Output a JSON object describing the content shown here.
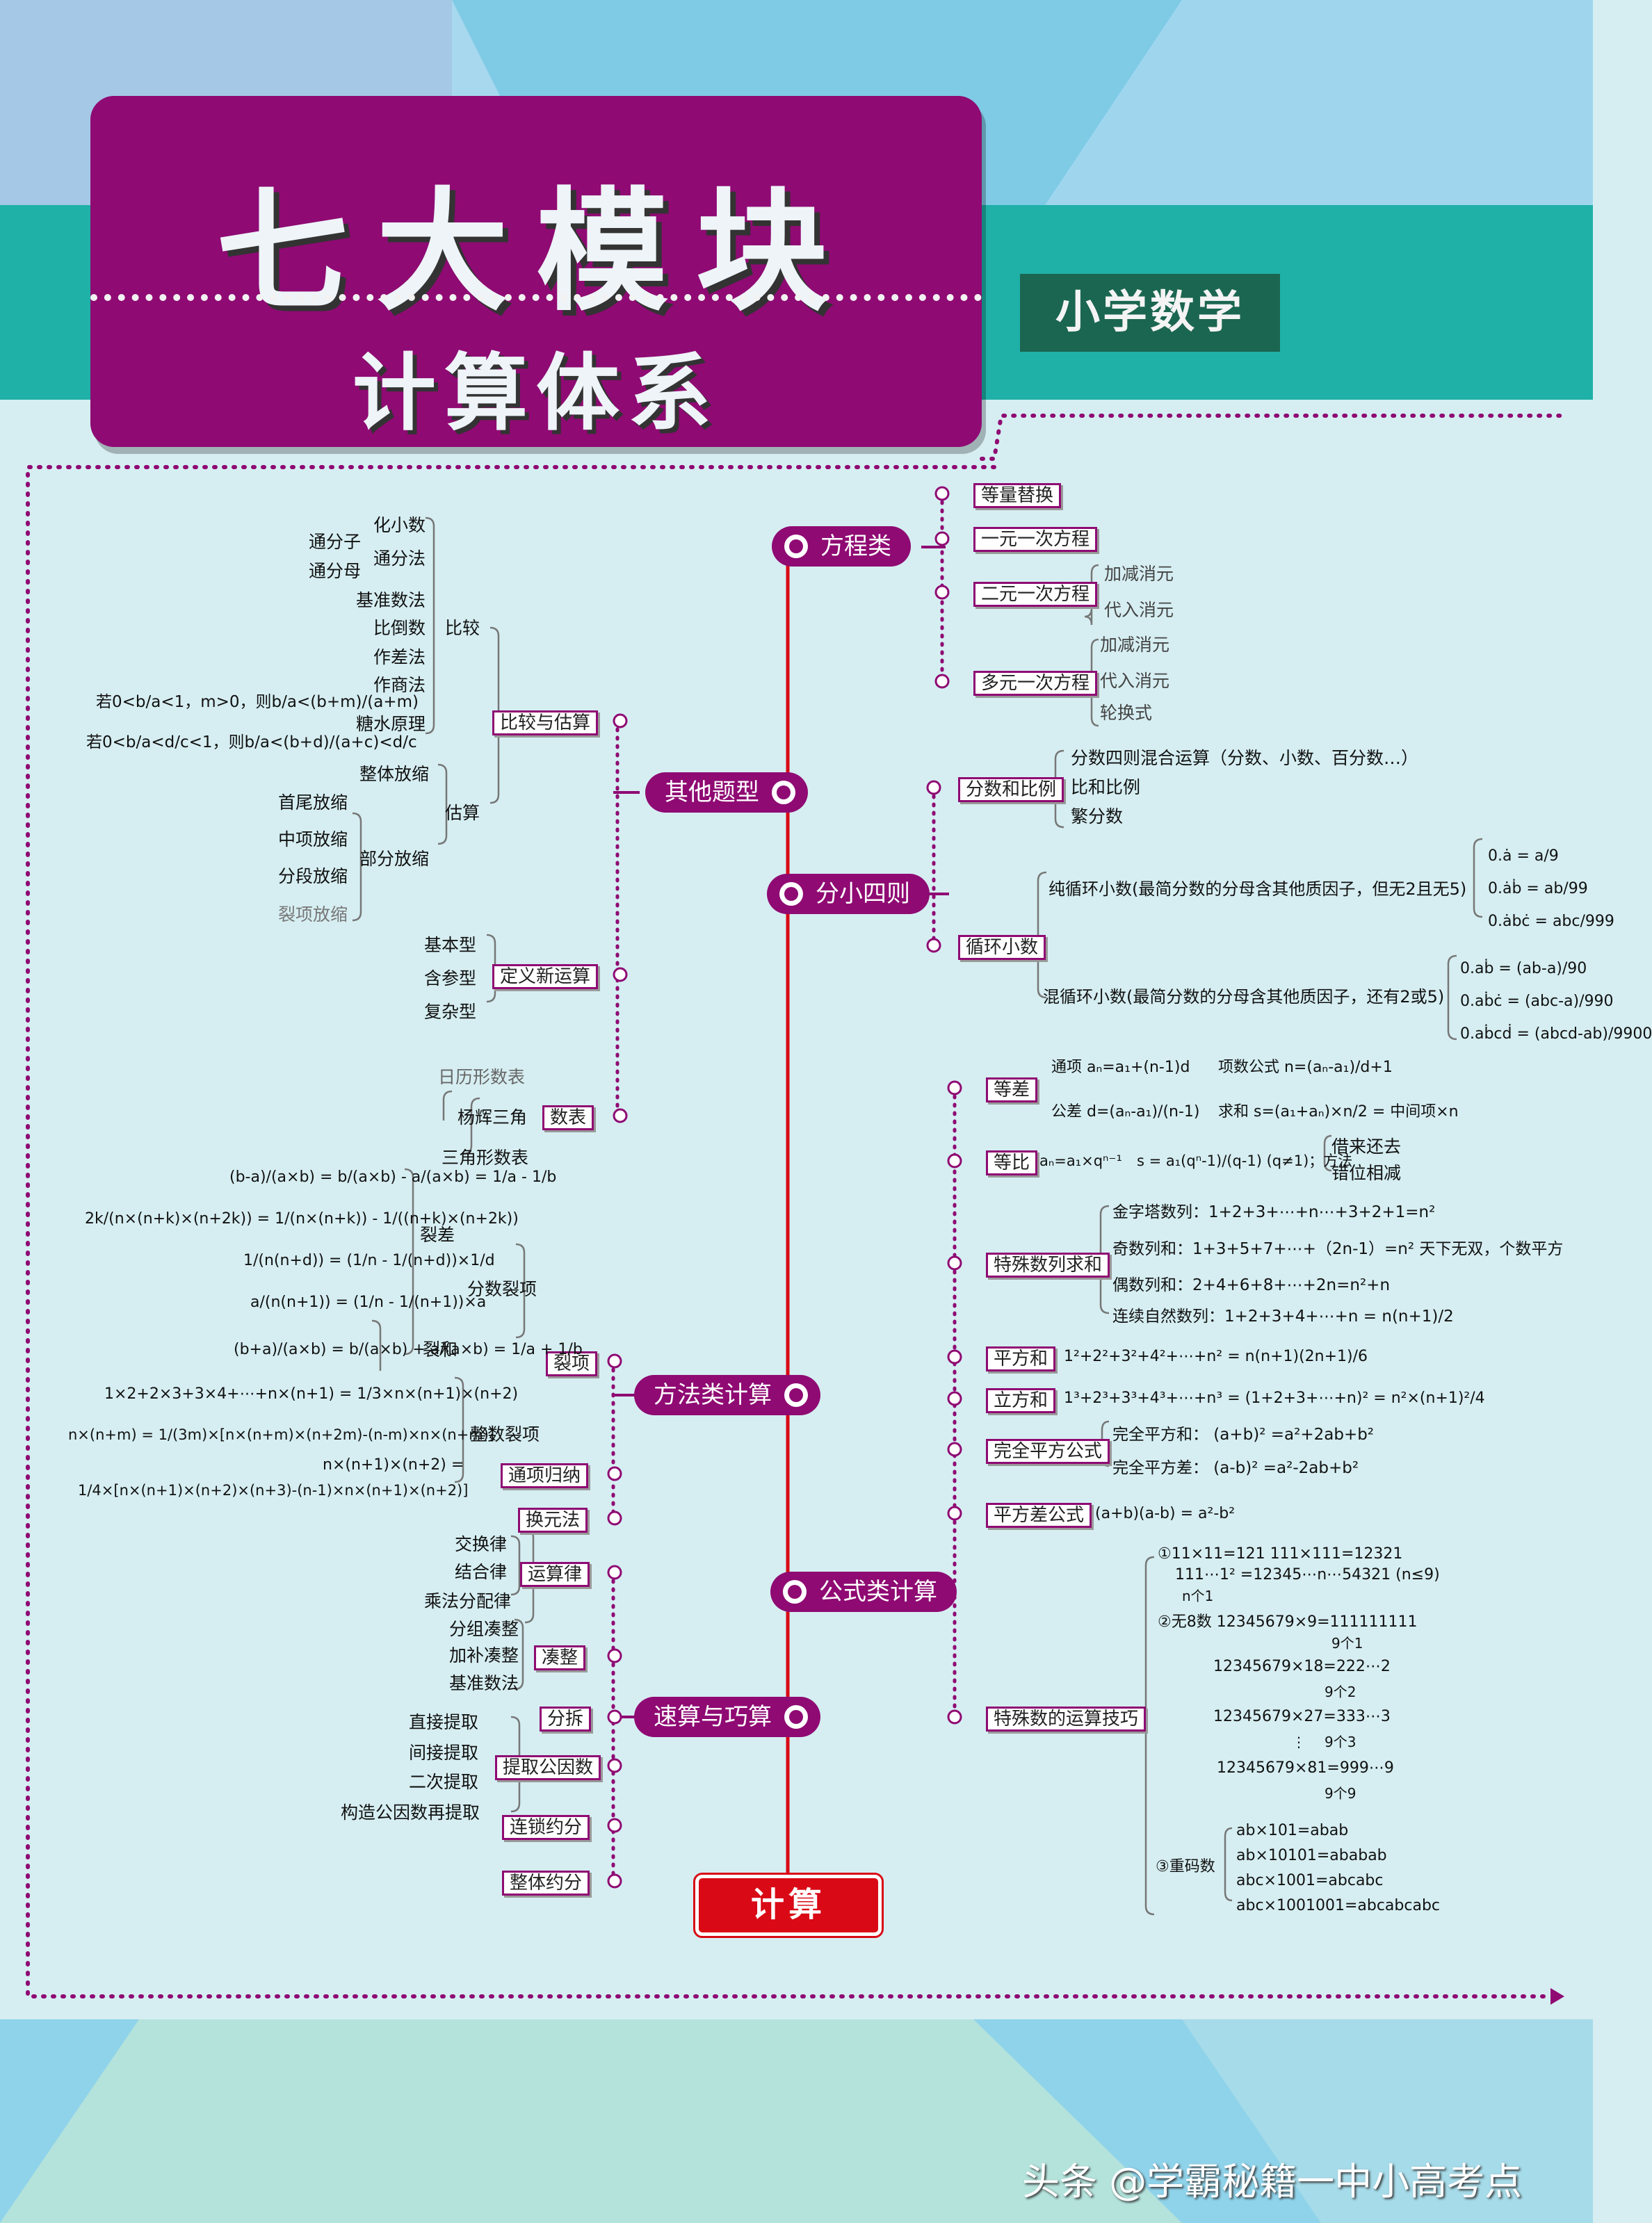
{
  "header": {
    "title": "七大模块",
    "subtitle": "计算体系",
    "badge": "小学数学"
  },
  "root": "计算",
  "branches": {
    "fangcheng": "方程类",
    "qita": "其他题型",
    "fenxiao": "分小四则",
    "fangfa": "方法类计算",
    "gongshi": "公式类计算",
    "susuan": "速算与巧算"
  },
  "fangcheng": {
    "items": [
      "等量替换",
      "一元一次方程",
      "二元一次方程",
      "多元一次方程"
    ],
    "eryuan": [
      "加减消元",
      "代入消元"
    ],
    "duoyuan": [
      "加减消元",
      "代入消元",
      "轮换式"
    ]
  },
  "qita": {
    "bijiao_gusuan": "比较与估算",
    "bijiao": "比较",
    "bijiao_items": [
      "化小数",
      "通分法",
      "基准数法",
      "比倒数",
      "作差法",
      "作商法",
      "糖水原理"
    ],
    "tongfen": [
      "通分子",
      "通分母"
    ],
    "tangshui": [
      "若0<b/a<1，m>0，则b/a<(b+m)/(a+m)",
      "若0<b/a<d/c<1，则b/a<(b+d)/(a+c)<d/c"
    ],
    "gusuan": "估算",
    "gusuan_items": [
      "整体放缩",
      "部分放缩"
    ],
    "bufen": [
      "首尾放缩",
      "中项放缩",
      "分段放缩",
      "裂项放缩"
    ],
    "dingyi": "定义新运算",
    "dingyi_items": [
      "基本型",
      "含参型",
      "复杂型"
    ],
    "shubiao": "数表",
    "shubiao_items": [
      "日历形数表",
      "杨辉三角",
      "三角形数表"
    ]
  },
  "fenxiao": {
    "fenshu": "分数和比例",
    "fenshu_items": [
      "分数四则混合运算（分数、小数、百分数…）",
      "比和比例",
      "繁分数"
    ],
    "xunhuan": "循环小数",
    "chun": "纯循环小数(最简分数的分母含其他质因子，但无2且无5)",
    "hun": "混循环小数(最简分数的分母含其他质因子，还有2或5)",
    "chun_f": [
      "0.ȧ = a/9",
      "0.ȧḃ = ab/99",
      "0.ȧbċ = abc/999"
    ],
    "hun_f": [
      "0.aḃ = (ab-a)/90",
      "0.aḃċ = (abc-a)/990",
      "0.aḃcḋ = (abcd-ab)/9900"
    ]
  },
  "fangfa": {
    "liexiang": "裂项",
    "fenshu_lx": "分数裂项",
    "zhengshu_lx": "整数裂项",
    "liecha": "裂差",
    "liehe": "裂和",
    "tongxiang": "通项归纳",
    "huanyuan": "换元法",
    "f_liecha": [
      "(b-a)/(a×b) = b/(a×b) - a/(a×b) = 1/a - 1/b",
      "2k/(n×(n+k)×(n+2k)) = 1/(n×(n+k)) - 1/((n+k)×(n+2k))",
      "1/(n(n+d)) = (1/n - 1/(n+d))×1/d",
      "a/(n(n+1)) = (1/n - 1/(n+1))×a"
    ],
    "f_liehe": [
      "(b+a)/(a×b) = b/(a×b) + a/(a×b) = 1/a + 1/b"
    ],
    "f_zhengshu": [
      "1×2+2×3+3×4+⋯+n×(n+1) = 1/3×n×(n+1)×(n+2)",
      "n×(n+m) = 1/(3m)×[n×(n+m)×(n+2m)-(n-m)×n×(n+m)]",
      "n×(n+1)×(n+2) =",
      "1/4×[n×(n+1)×(n+2)×(n+3)-(n-1)×n×(n+1)×(n+2)]"
    ]
  },
  "gongshi": {
    "dengcha": "等差",
    "dengbi": "等比",
    "teshu": "特殊数列求和",
    "pingfang": "平方和",
    "lifang": "立方和",
    "wanquan": "完全平方公式",
    "pingfangcha": "平方差公式",
    "qiaoji": "特殊数的运算技巧",
    "dengcha_f": [
      "通项 aₙ=a₁+(n-1)d",
      "项数公式 n=(aₙ-a₁)/d+1",
      "公差 d=(aₙ-a₁)/(n-1)",
      "求和 s=(a₁+aₙ)×n/2 = 中间项×n"
    ],
    "dengbi_f": [
      "aₙ=a₁×qⁿ⁻¹",
      "s = a₁(qⁿ-1)/(q-1) (q≠1)；方法"
    ],
    "dengbi_m": [
      "借来还去",
      "错位相减"
    ],
    "teshu_f": [
      "金字塔数列：1+2+3+⋯+n⋯+3+2+1=n²",
      "奇数列和：1+3+5+7+⋯+（2n-1）=n² 天下无双，个数平方",
      "偶数列和：2+4+6+8+⋯+2n=n²+n",
      "连续自然数列：1+2+3+4+⋯+n = n(n+1)/2"
    ],
    "pingfang_f": "1²+2²+3²+4²+⋯+n² = n(n+1)(2n+1)/6",
    "lifang_f": "1³+2³+3³+4³+⋯+n³ = (1+2+3+⋯+n)² = n²×(n+1)²/4",
    "wanquan_f": [
      "完全平方和：  (a+b)² =a²+2ab+b²",
      "完全平方差：  (a-b)² =a²-2ab+b²"
    ],
    "pingfangcha_f": "(a+b)(a-b) = a²-b²",
    "qiaoji_f": [
      "①11×11=121  111×111=12321",
      "111⋯1² =12345⋯n⋯54321 (n≤9)",
      "n个1",
      "②无8数 12345679×9=111111111",
      "9个1",
      "12345679×18=222⋯2",
      "9个2",
      "12345679×27=333⋯3",
      "9个3",
      "⋮",
      "12345679×81=999⋯9",
      "9个9",
      "③重码数",
      "ab×101=abab",
      "ab×10101=ababab",
      "abc×1001=abcabc",
      "abc×1001001=abcabcabc"
    ]
  },
  "susuan": {
    "yunsuanlv": "运算律",
    "yunsuanlv_items": [
      "交换律",
      "结合律",
      "乘法分配律"
    ],
    "couzheng": "凑整",
    "couzheng_items": [
      "分组凑整",
      "加补凑整",
      "基准数法"
    ],
    "fenchai": "分拆",
    "tiqu": "提取公因数",
    "tiqu_items": [
      "直接提取",
      "间接提取",
      "二次提取",
      "构造公因数再提取"
    ],
    "liansuo": "连锁约分",
    "zhengti": "整体约分"
  },
  "watermark": "头条 @学霸秘籍一中小高考点",
  "colors": {
    "primary": "#8f0a73",
    "root": "#d90916",
    "badge": "#1b6650",
    "teal": "#1fb0a8",
    "sky": "#7fcbe6"
  }
}
